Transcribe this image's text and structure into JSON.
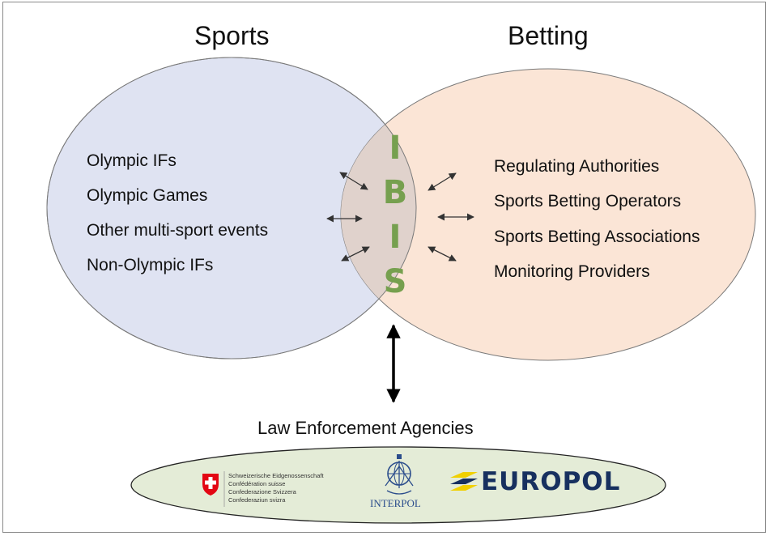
{
  "colors": {
    "sports_fill": "#dfe3f2",
    "betting_fill": "#fbe5d6",
    "overlap_fill": "#e0d2cc",
    "ibis_letters": "#76a04f",
    "lea_fill": "#e4ecd7",
    "swiss_red": "#e30613",
    "interpol_blue": "#2b4d8c",
    "europol_navy": "#17305f",
    "europol_yellow": "#f0d000"
  },
  "sports": {
    "heading": "Sports",
    "items": [
      "Olympic IFs",
      "Olympic Games",
      "Other multi-sport events",
      "Non-Olympic IFs"
    ]
  },
  "betting": {
    "heading": "Betting",
    "items": [
      "Regulating Authorities",
      "Sports Betting Operators",
      "Sports Betting Associations",
      "Monitoring Providers"
    ]
  },
  "ibis": {
    "letters": [
      "I",
      "B",
      "I",
      "S"
    ]
  },
  "law_enforcement": {
    "label": "Law Enforcement Agencies",
    "swiss": {
      "lines": [
        "Schweizerische Eidgenossenschaft",
        "Confédération suisse",
        "Confederazione Svizzera",
        "Confederaziun svizra"
      ]
    },
    "interpol": {
      "label": "INTERPOL"
    },
    "europol": {
      "label": "EUROPOL"
    }
  }
}
